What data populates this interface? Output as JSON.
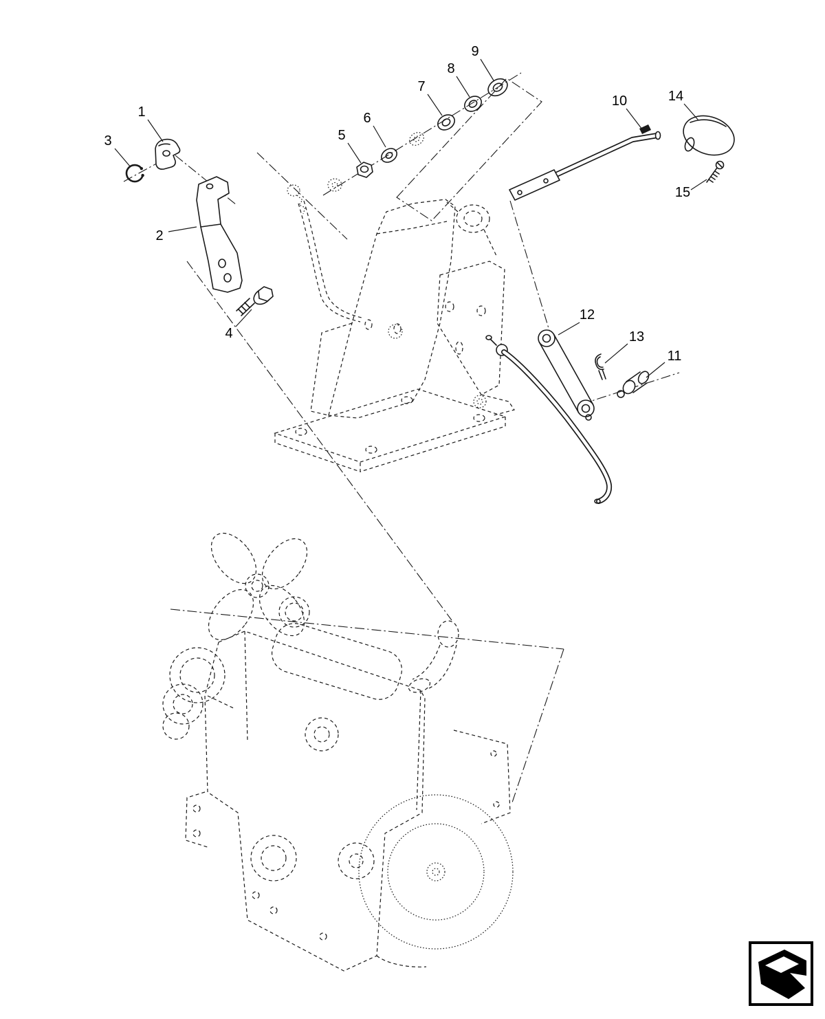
{
  "colors": {
    "line": "#1a1a1a",
    "background": "#ffffff"
  },
  "callouts": [
    {
      "label": "1"
    },
    {
      "label": "2"
    },
    {
      "label": "3"
    },
    {
      "label": "4"
    },
    {
      "label": "5"
    },
    {
      "label": "6"
    },
    {
      "label": "7"
    },
    {
      "label": "8"
    },
    {
      "label": "9"
    },
    {
      "label": "10"
    },
    {
      "label": "11"
    },
    {
      "label": "12"
    },
    {
      "label": "13"
    },
    {
      "label": "14"
    },
    {
      "label": "15"
    }
  ]
}
